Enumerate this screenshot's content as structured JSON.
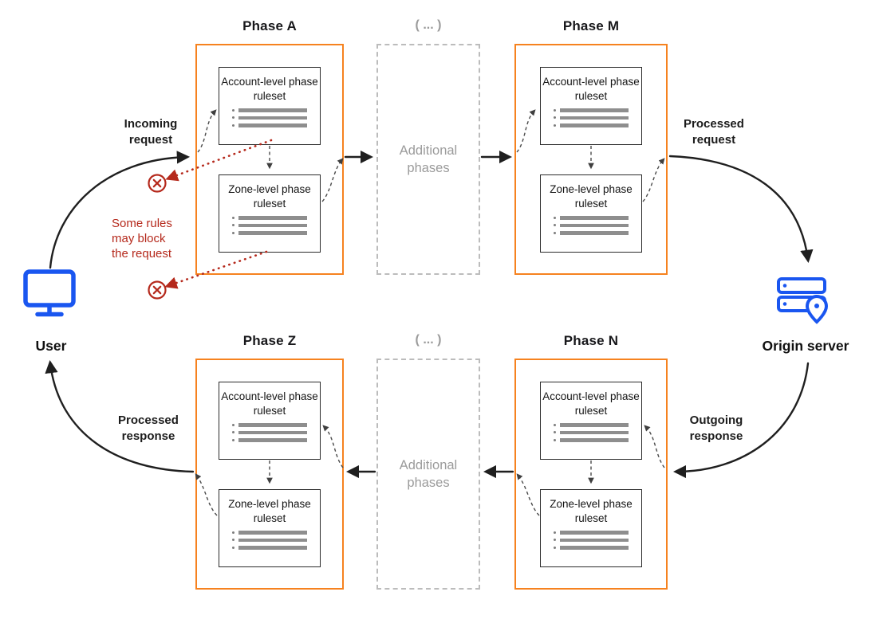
{
  "colors": {
    "phase_border": "#f6821f",
    "arrow_black": "#1f1f1f",
    "blocked_red": "#b5291c",
    "device_blue": "#1a56f0",
    "muted_gray": "#9b9b9b",
    "dashed_border": "#bcbcbc",
    "rule_bar": "#8e8e8e"
  },
  "endpoints": {
    "user": "User",
    "origin": "Origin server"
  },
  "phases": [
    {
      "title": "Phase A",
      "account_ruleset": "Account-level phase ruleset",
      "zone_ruleset": "Zone-level phase ruleset"
    },
    {
      "title": "Phase M",
      "account_ruleset": "Account-level phase ruleset",
      "zone_ruleset": "Zone-level phase ruleset"
    },
    {
      "title": "Phase Z",
      "account_ruleset": "Account-level phase ruleset",
      "zone_ruleset": "Zone-level phase ruleset"
    },
    {
      "title": "Phase N",
      "account_ruleset": "Account-level phase ruleset",
      "zone_ruleset": "Zone-level phase ruleset"
    }
  ],
  "placeholders": {
    "ellipsis": "( ... )",
    "label": "Additional phases"
  },
  "flow_labels": {
    "incoming_request": "Incoming request",
    "processed_request": "Processed request",
    "outgoing_response": "Outgoing response",
    "processed_response": "Processed response"
  },
  "annotations": {
    "block_warning": "Some rules may block the request"
  }
}
